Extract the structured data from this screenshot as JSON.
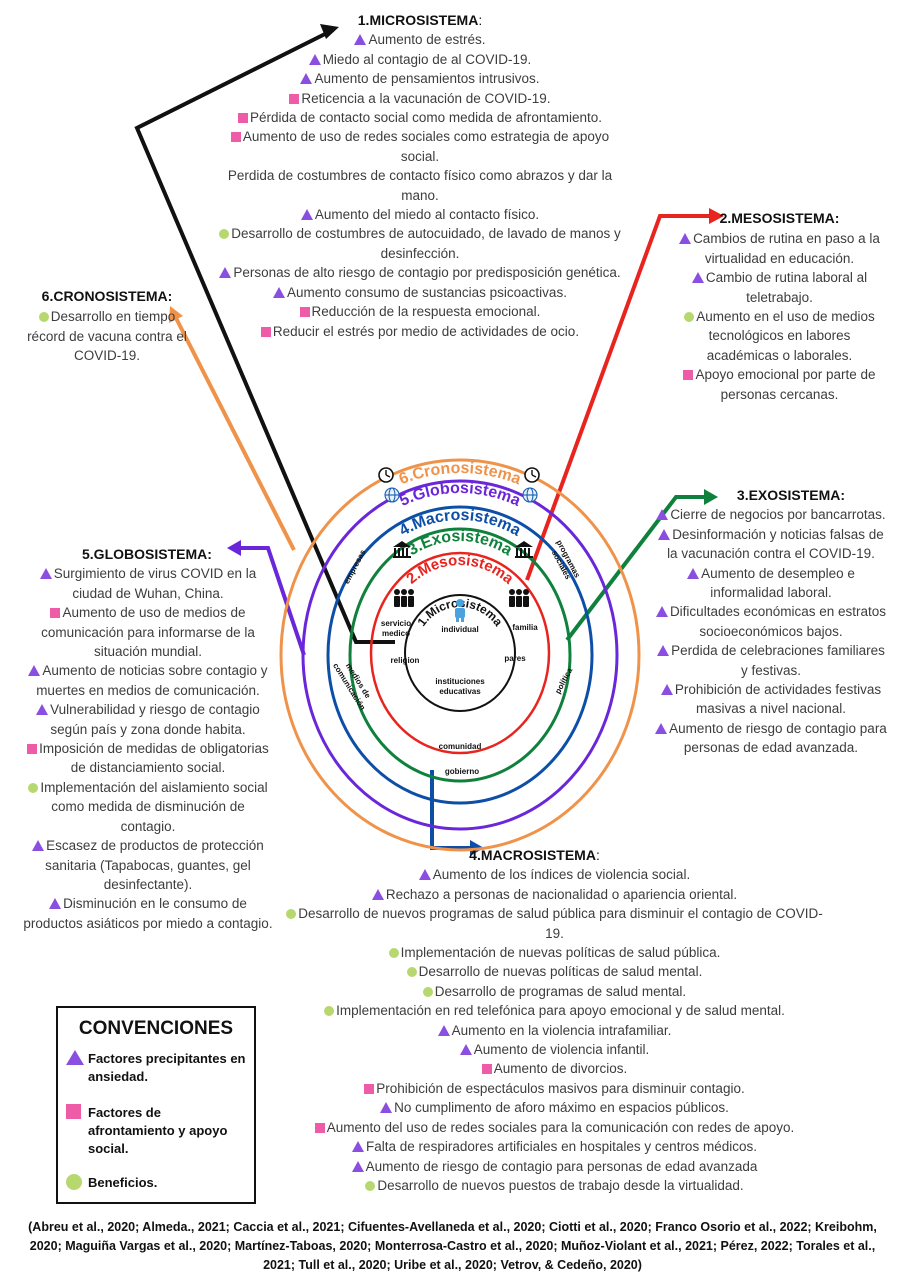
{
  "microsistema": {
    "title": "1.MICROSISTEMA",
    "colon": ":",
    "items": [
      {
        "marker": "triangle",
        "text": "Aumento de estrés."
      },
      {
        "marker": "triangle",
        "text": "Miedo al contagio de al COVID-19."
      },
      {
        "marker": "triangle",
        "text": "Aumento de pensamientos intrusivos."
      },
      {
        "marker": "square",
        "text": "Reticencia a la vacunación de COVID-19."
      },
      {
        "marker": "square",
        "text": "Pérdida de contacto social como medida de afrontamiento."
      },
      {
        "marker": "square",
        "text": "Aumento de uso de redes sociales como estrategia de apoyo social."
      },
      {
        "marker": "none",
        "text": "Perdida de costumbres de contacto físico como abrazos y dar la mano."
      },
      {
        "marker": "triangle",
        "text": "Aumento del miedo al contacto físico."
      },
      {
        "marker": "circle",
        "text": "Desarrollo de costumbres de autocuidado, de lavado de manos y desinfección."
      },
      {
        "marker": "triangle",
        "text": "Personas de alto riesgo de contagio por predisposición genética."
      },
      {
        "marker": "triangle",
        "text": "Aumento consumo de sustancias psicoactivas."
      },
      {
        "marker": "square",
        "text": "Reducción de la respuesta emocional."
      },
      {
        "marker": "square",
        "text": "Reducir el estrés por medio de actividades de ocio."
      }
    ]
  },
  "mesosistema": {
    "title": "2.MESOSISTEMA:",
    "items": [
      {
        "marker": "triangle",
        "text": "Cambios de rutina en paso a la virtualidad en educación."
      },
      {
        "marker": "triangle",
        "text": "Cambio de rutina laboral al teletrabajo."
      },
      {
        "marker": "circle",
        "text": "Aumento en el uso de medios tecnológicos en labores académicas o laborales."
      },
      {
        "marker": "square",
        "text": "Apoyo emocional por parte de personas cercanas."
      }
    ]
  },
  "exosistema": {
    "title": "3.EXOSISTEMA:",
    "items": [
      {
        "marker": "triangle",
        "text": "Cierre de negocios por bancarrotas."
      },
      {
        "marker": "triangle",
        "text": "Desinformación y noticias falsas de la vacunación contra el COVID-19."
      },
      {
        "marker": "triangle",
        "text": "Aumento de desempleo e informalidad laboral."
      },
      {
        "marker": "triangle",
        "text": "Dificultades económicas en estratos socioeconómicos bajos."
      },
      {
        "marker": "triangle",
        "text": "Perdida de celebraciones familiares y festivas."
      },
      {
        "marker": "triangle",
        "text": "Prohibición de actividades festivas masivas a nivel nacional."
      },
      {
        "marker": "triangle",
        "text": "Aumento de riesgo de contagio para personas de edad avanzada."
      }
    ]
  },
  "macrosistema": {
    "title": "4.MACROSISTEMA",
    "colon": ":",
    "items": [
      {
        "marker": "triangle",
        "text": "Aumento de los índices de violencia social."
      },
      {
        "marker": "triangle",
        "text": "Rechazo a personas de nacionalidad o apariencia oriental."
      },
      {
        "marker": "circle",
        "text": "Desarrollo de nuevos programas de salud pública para disminuir el contagio de COVID-19."
      },
      {
        "marker": "circle",
        "text": "Implementación de nuevas políticas de salud pública."
      },
      {
        "marker": "circle",
        "text": "Desarrollo de nuevas políticas de salud mental."
      },
      {
        "marker": "circle",
        "text": "Desarrollo de programas de salud mental."
      },
      {
        "marker": "circle",
        "text": "Implementación en red telefónica para apoyo emocional y de salud mental."
      },
      {
        "marker": "triangle",
        "text": "Aumento en la violencia intrafamiliar."
      },
      {
        "marker": "triangle",
        "text": "Aumento de violencia infantil."
      },
      {
        "marker": "square",
        "text": "Aumento de divorcios."
      },
      {
        "marker": "square",
        "text": "Prohibición de espectáculos masivos para disminuir contagio."
      },
      {
        "marker": "triangle",
        "text": "No cumplimento de aforo máximo en espacios públicos."
      },
      {
        "marker": "square",
        "text": "Aumento del uso de redes sociales para la comunicación con redes de apoyo."
      },
      {
        "marker": "triangle",
        "text": "Falta de respiradores artificiales en hospitales y centros médicos."
      },
      {
        "marker": "triangle",
        "text": "Aumento de riesgo de contagio para personas de edad avanzada"
      },
      {
        "marker": "circle",
        "text": "Desarrollo de nuevos puestos de trabajo desde la virtualidad."
      }
    ]
  },
  "globosistema": {
    "title": "5.GLOBOSISTEMA:",
    "items": [
      {
        "marker": "triangle",
        "text": "Surgimiento de virus COVID en la ciudad de Wuhan, China."
      },
      {
        "marker": "square",
        "text": "Aumento de uso de medios de comunicación para informarse de la situación mundial."
      },
      {
        "marker": "triangle",
        "text": "Aumento de noticias sobre contagio y muertes en medios de comunicación."
      },
      {
        "marker": "triangle",
        "text": "Vulnerabilidad y riesgo de contagio según país y zona donde habita."
      },
      {
        "marker": "square",
        "text": "Imposición de medidas de obligatorias de distanciamiento social."
      },
      {
        "marker": "circle",
        "text": "Implementación del aislamiento social como medida de disminución de contagio."
      },
      {
        "marker": "triangle",
        "text": "Escasez de productos de protección sanitaria (Tapabocas, guantes, gel desinfectante)."
      },
      {
        "marker": "triangle",
        "text": "Disminución en le consumo de productos asiáticos por miedo a contagio."
      }
    ]
  },
  "cronosistema": {
    "title": "6.CRONOSISTEMA:",
    "items": [
      {
        "marker": "circle",
        "text": "Desarrollo en tiempo récord de vacuna contra el COVID-19."
      }
    ]
  },
  "rings": {
    "crono": "6.Cronosistema",
    "globo": "5.Globosistema",
    "macro": "4.Macrosistema",
    "exo": "3.Exosistema",
    "meso": "2.Mesosistema",
    "micro": "1.Microsistema",
    "labels": {
      "individual": "individual",
      "familia": "familia",
      "servicio": "servicio",
      "medico": "medico",
      "religion": "religion",
      "pares": "pares",
      "instituciones": "instituciones",
      "educativas": "educativas",
      "comunidad": "comunidad",
      "gobierno": "gobierno",
      "empresas": "empresas",
      "programas": "programas",
      "sociales": "sociales",
      "medios": "medios de",
      "comunicacion": "comunicación",
      "politica": "política"
    }
  },
  "colors": {
    "crono": "#f0934a",
    "globo": "#6a27d9",
    "macro": "#0d4fa6",
    "exo": "#10813c",
    "meso": "#e8241f",
    "micro": "#111111",
    "triangle": "#8a4fe0",
    "square": "#ee5ca8",
    "circle": "#b6d86e",
    "person": "#4aa3df"
  },
  "legend": {
    "title": "CONVENCIONES",
    "items": [
      {
        "marker": "triangle",
        "text": "Factores precipitantes en ansiedad."
      },
      {
        "marker": "square",
        "text": "Factores de afrontamiento y apoyo social."
      },
      {
        "marker": "circle",
        "text": "Beneficios."
      }
    ]
  },
  "references": "(Abreu et al., 2020; Almeda., 2021; Caccia et al., 2021; Cifuentes-Avellaneda et al., 2020; Ciotti  et al., 2020; Franco Osorio et al., 2022; Kreibohm, 2020;  Maguiña Vargas et al., 2020; Martínez-Taboas, 2020; Monterrosa-Castro et al., 2020; Muñoz-Violant et al., 2021; Pérez, 2022; Torales et al., 2021; Tull et al., 2020; Uribe et al., 2020; Vetrov, & Cedeño, 2020)"
}
